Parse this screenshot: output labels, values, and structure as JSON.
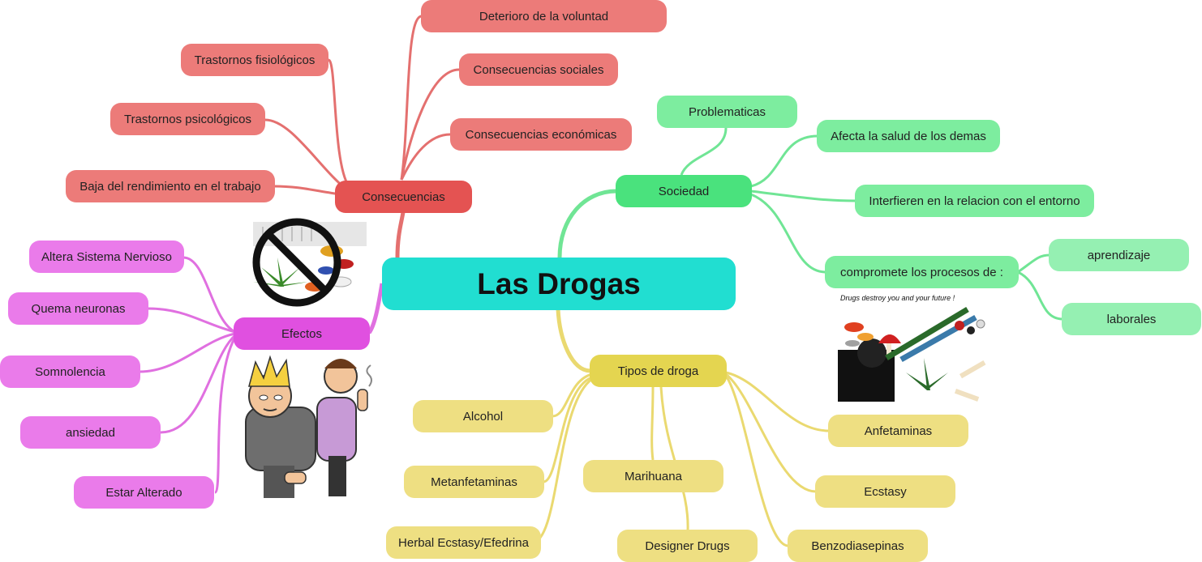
{
  "colors": {
    "center": "#21ded1",
    "consec_main": "#e45352",
    "consec_sub": "#ec7b79",
    "consec_line": "#e4706f",
    "soc_main": "#4ae27d",
    "soc_sub": "#7ded9f",
    "soc_leaf": "#95f0b2",
    "soc_line": "#70e595",
    "tipos_main": "#e4d550",
    "tipos_sub": "#eedf82",
    "tipos_line": "#ead970",
    "efec_main": "#e050e0",
    "efec_sub": "#ea7bea",
    "efec_line": "#e070e0"
  },
  "center": {
    "label": "Las Drogas"
  },
  "consecuencias": {
    "label": "Consecuencias",
    "items": [
      "Deterioro de la voluntad",
      "Consecuencias sociales",
      "Consecuencias económicas",
      "Trastornos fisiológicos",
      "Trastornos psicológicos",
      "Baja del rendimiento en el trabajo"
    ]
  },
  "sociedad": {
    "label": "Sociedad",
    "items": [
      "Problematicas",
      "Afecta la salud de los demas",
      "Interfieren en la relacion con el entorno",
      "compromete los procesos de :"
    ],
    "procesos": [
      "aprendizaje",
      "laborales"
    ]
  },
  "tipos": {
    "label": "Tipos de droga",
    "items": [
      "Alcohol",
      "Metanfetaminas",
      "Herbal Ecstasy/Efedrina",
      "Marihuana",
      "Designer Drugs",
      "Anfetaminas",
      "Ecstasy",
      "Benzodiasepinas"
    ]
  },
  "efectos": {
    "label": "Efectos",
    "items": [
      "Altera Sistema Nervioso",
      "Quema neuronas",
      "Somnolencia",
      "ansiedad",
      "Estar Alterado"
    ]
  },
  "images": {
    "no_drugs": "no-drugs-sign-icon",
    "drugs_collage_caption": "Drugs destroy you and your future !",
    "cartoon": "cartoon-smokers-icon"
  }
}
